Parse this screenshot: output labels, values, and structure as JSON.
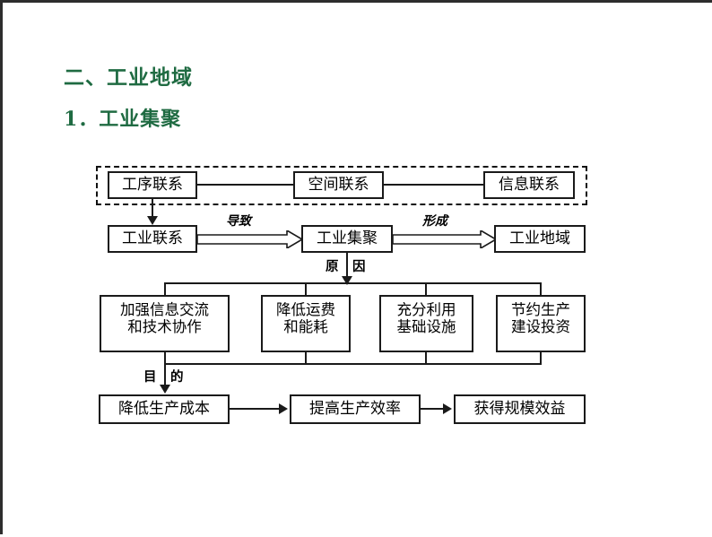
{
  "slide": {
    "headings": {
      "section": "二、工业地域",
      "subsection": "1．工业集聚"
    },
    "heading_color": "#1f6b42"
  },
  "diagram": {
    "type": "flowchart",
    "dashed_group": {
      "label": "industrial-linkage-types",
      "nodes": [
        {
          "id": "process-linkage",
          "text": "工序联系"
        },
        {
          "id": "spatial-linkage",
          "text": "空间联系"
        },
        {
          "id": "information-linkage",
          "text": "信息联系"
        }
      ]
    },
    "row_main": [
      {
        "id": "industrial-linkage",
        "text": "工业联系"
      },
      {
        "id": "industrial-agglomeration",
        "text": "工业集聚"
      },
      {
        "id": "industrial-region",
        "text": "工业地域"
      }
    ],
    "row_reasons": [
      {
        "id": "reason-info-tech",
        "line1": "加强信息交流",
        "line2": "和技术协作"
      },
      {
        "id": "reason-freight-energy",
        "line1": "降低运费",
        "line2": "和能耗"
      },
      {
        "id": "reason-infrastructure",
        "line1": "充分利用",
        "line2": "基础设施"
      },
      {
        "id": "reason-investment",
        "line1": "节约生产",
        "line2": "建设投资"
      }
    ],
    "row_goals": [
      {
        "id": "goal-lower-cost",
        "text": "降低生产成本"
      },
      {
        "id": "goal-raise-efficiency",
        "text": "提高生产效率"
      },
      {
        "id": "goal-scale-benefit",
        "text": "获得规模效益"
      }
    ],
    "connector_labels": {
      "cause": "导致",
      "form": "形成",
      "reason_left": "原",
      "reason_right": "因",
      "purpose_left": "目",
      "purpose_right": "的"
    }
  }
}
